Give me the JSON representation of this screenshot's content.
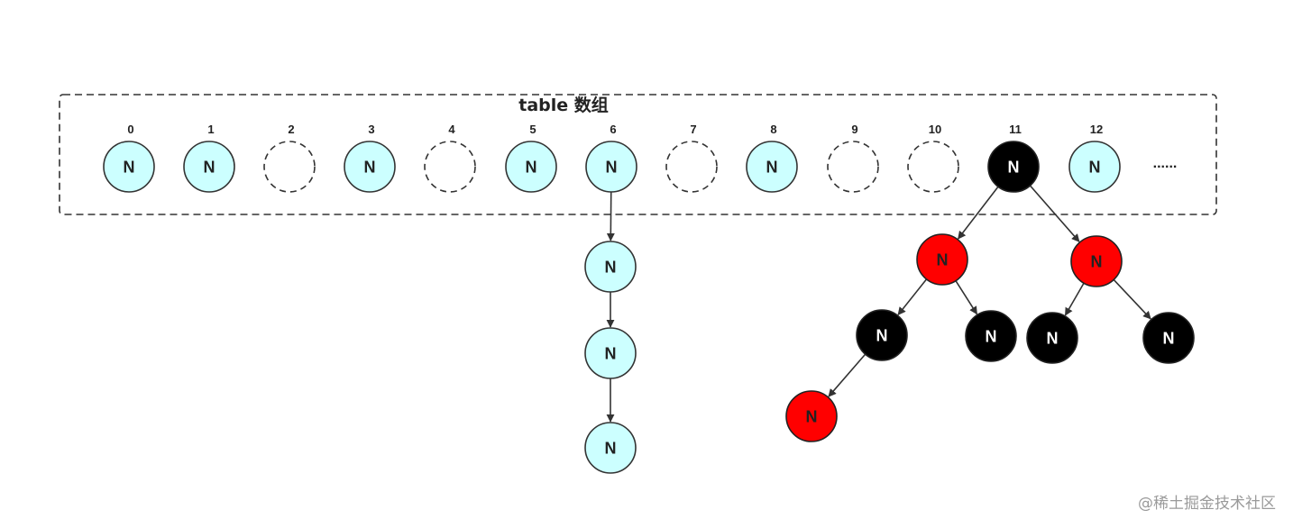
{
  "title": "table 数组",
  "ellipsis": "......",
  "watermark": "@稀土掘金技术社区",
  "colors": {
    "node_fill": "#ccffff",
    "red": "#ff0000",
    "black": "#000000",
    "stroke": "#333333"
  },
  "slots": [
    {
      "index": "0",
      "label": "N",
      "kind": "node"
    },
    {
      "index": "1",
      "label": "N",
      "kind": "node"
    },
    {
      "index": "2",
      "label": "",
      "kind": "empty"
    },
    {
      "index": "3",
      "label": "N",
      "kind": "node"
    },
    {
      "index": "4",
      "label": "",
      "kind": "empty"
    },
    {
      "index": "5",
      "label": "N",
      "kind": "node"
    },
    {
      "index": "6",
      "label": "N",
      "kind": "node"
    },
    {
      "index": "7",
      "label": "",
      "kind": "empty"
    },
    {
      "index": "8",
      "label": "N",
      "kind": "node"
    },
    {
      "index": "9",
      "label": "",
      "kind": "empty"
    },
    {
      "index": "10",
      "label": "",
      "kind": "empty"
    },
    {
      "index": "11",
      "label": "N",
      "kind": "black"
    },
    {
      "index": "12",
      "label": "N",
      "kind": "node"
    }
  ],
  "linked_list": {
    "from_slot": "6",
    "nodes": [
      {
        "label": "N",
        "kind": "node"
      },
      {
        "label": "N",
        "kind": "node"
      },
      {
        "label": "N",
        "kind": "node"
      }
    ]
  },
  "red_black_tree": {
    "root_slot": "11",
    "nodes": [
      {
        "id": "a",
        "label": "N",
        "kind": "red",
        "parent": "root"
      },
      {
        "id": "b",
        "label": "N",
        "kind": "red",
        "parent": "root"
      },
      {
        "id": "c",
        "label": "N",
        "kind": "black",
        "parent": "a"
      },
      {
        "id": "d",
        "label": "N",
        "kind": "black",
        "parent": "a"
      },
      {
        "id": "e",
        "label": "N",
        "kind": "black",
        "parent": "b"
      },
      {
        "id": "f",
        "label": "N",
        "kind": "black",
        "parent": "b"
      },
      {
        "id": "g",
        "label": "N",
        "kind": "red",
        "parent": "c"
      }
    ]
  }
}
